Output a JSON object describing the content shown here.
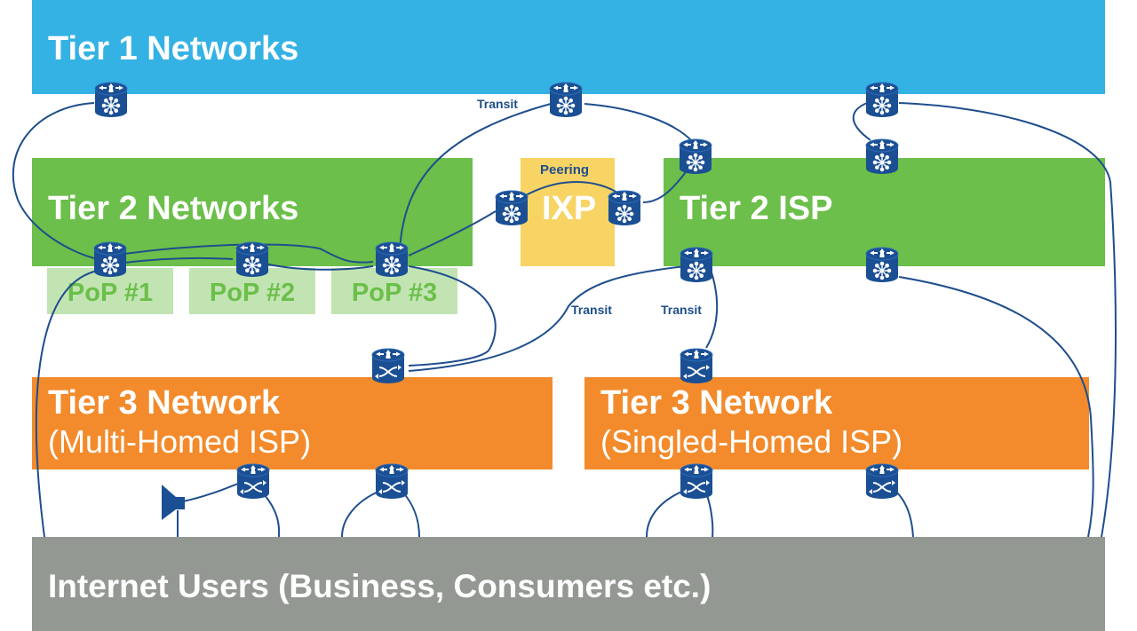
{
  "diagram": {
    "tiers": {
      "tier1": {
        "title": "Tier 1 Networks",
        "color": "#35b2e4"
      },
      "tier2_networks": {
        "title": "Tier 2 Networks",
        "color": "#6bbf4a"
      },
      "ixp": {
        "title": "IXP",
        "color": "#f8d465"
      },
      "tier2_isp": {
        "title": "Tier 2 ISP",
        "color": "#6bbf4a"
      },
      "tier3_multi": {
        "title": "Tier 3 Network",
        "subtitle": "(Multi-Homed ISP)",
        "color": "#f38b2c"
      },
      "tier3_single": {
        "title": "Tier 3 Network",
        "subtitle": "(Singled-Homed ISP)",
        "color": "#f38b2c"
      },
      "users": {
        "title": "Internet Users (Business, Consumers etc.)",
        "color": "#939892"
      }
    },
    "pops": [
      "PoP #1",
      "PoP #2",
      "PoP #3"
    ],
    "link_labels": {
      "transit_top": "Transit",
      "peering": "Peering",
      "transit_mid_left": "Transit",
      "transit_mid_right": "Transit"
    },
    "icons": {
      "router": "router-icon",
      "switch": "switch-router-icon",
      "speaker": "speaker-icon"
    },
    "link_color": "#1f4e8c",
    "device_color": "#1b4f93"
  }
}
